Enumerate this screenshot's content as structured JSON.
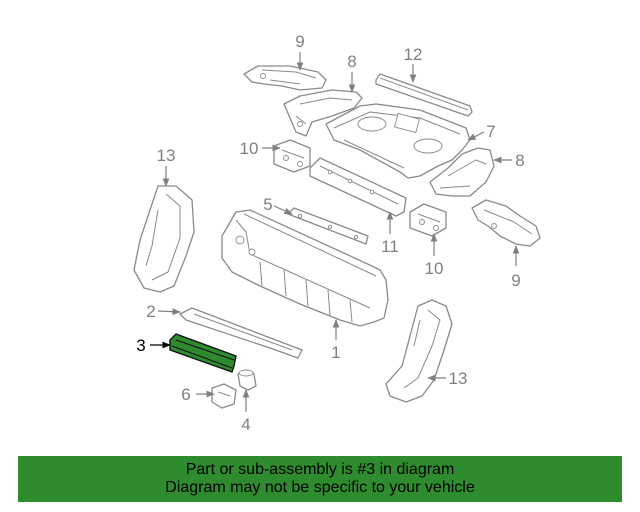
{
  "diagram": {
    "callouts": {
      "p1": "1",
      "p2": "2",
      "p3": "3",
      "p4": "4",
      "p6": "6",
      "p5": "5",
      "p7": "7",
      "p8a": "8",
      "p8b": "8",
      "p9a": "9",
      "p9b": "9",
      "p10a": "10",
      "p10b": "10",
      "p11": "11",
      "p12": "12",
      "p13a": "13",
      "p13b": "13"
    },
    "highlighted_part": "3"
  },
  "banner": {
    "line1": "Part or sub-assembly is #3 in diagram",
    "line2": "Diagram may not be specific to your vehicle",
    "background_color": "#2e8b2e"
  }
}
